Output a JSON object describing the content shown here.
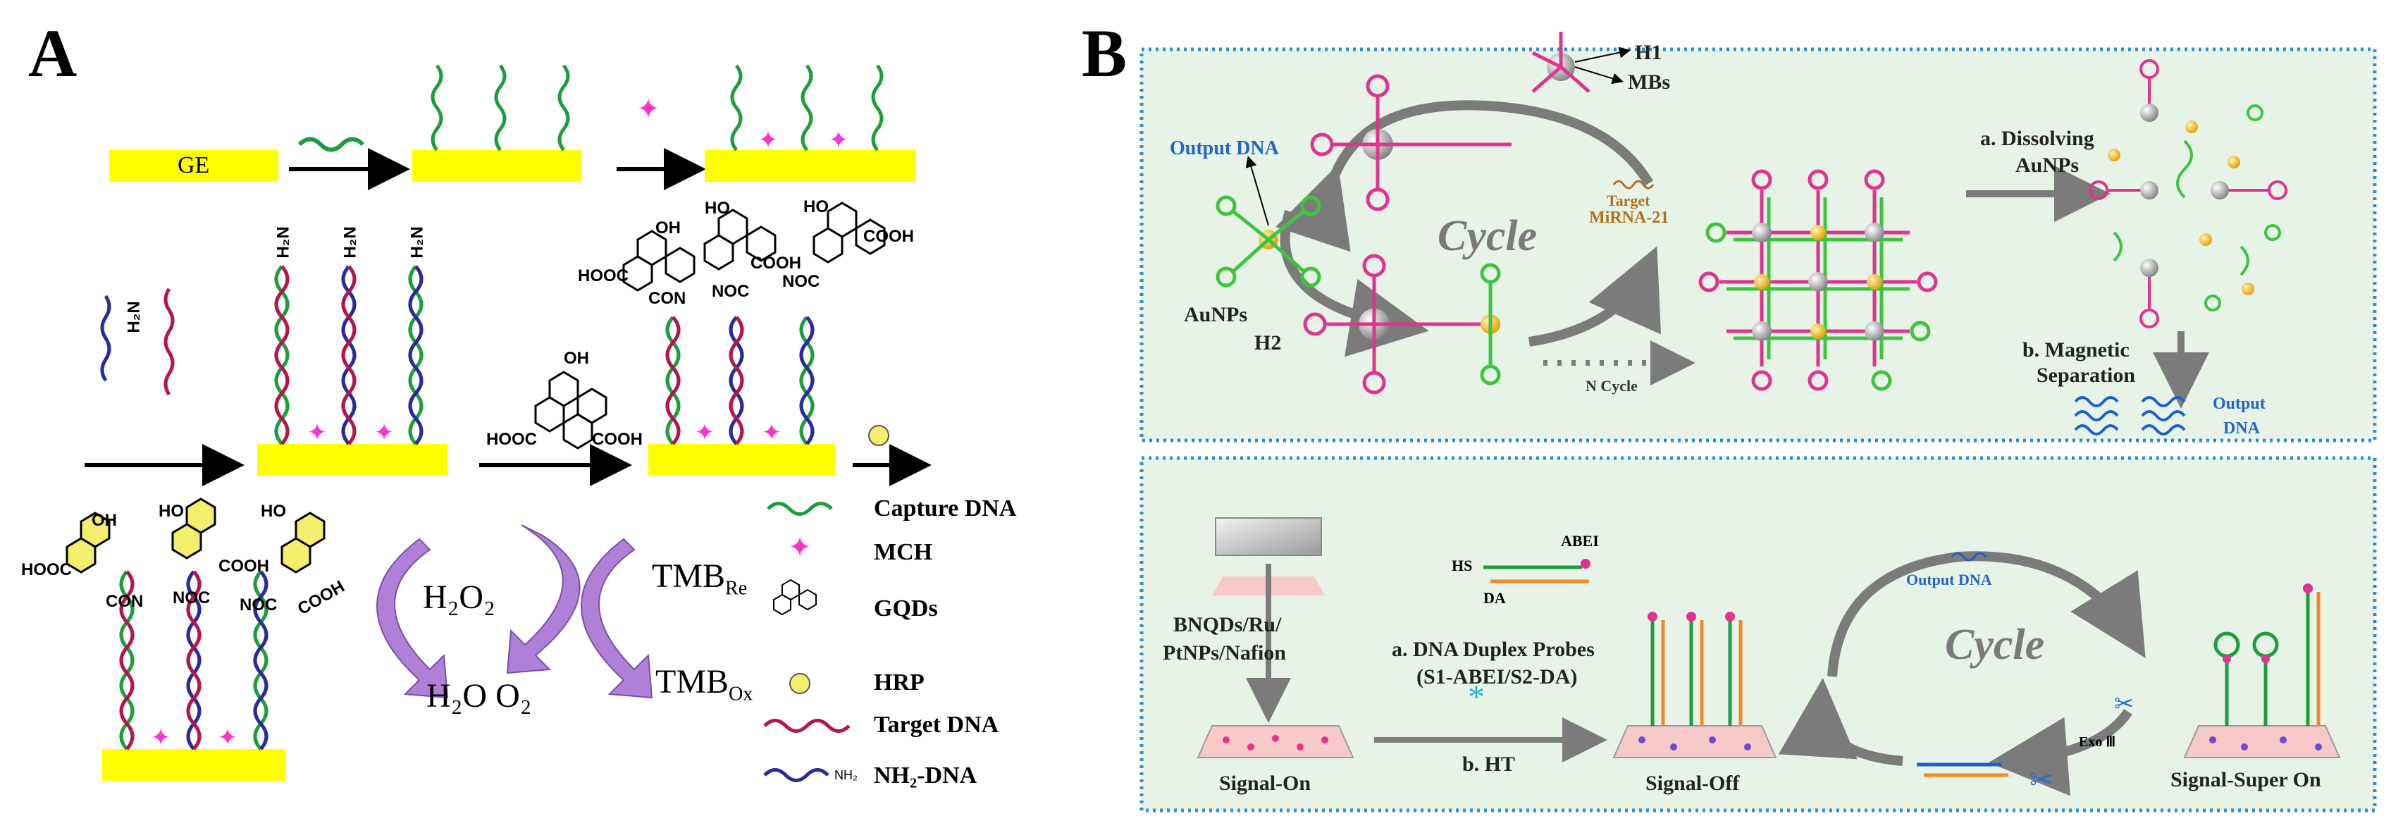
{
  "panel_a": {
    "letter": "A",
    "ge_label": "GE",
    "chem_hooc": "HOOC",
    "chem_cooh": "COOH",
    "chem_oh": "OH",
    "chem_ho": "HO",
    "chem_con": "CON",
    "chem_noc": "NOC",
    "chem_h2n": "H₂N",
    "h2o2": "H₂O₂",
    "h2o_o2": "H₂O O₂",
    "tmb_re": "TMB",
    "tmb_re_sub": "Re",
    "tmb_ox": "TMB",
    "tmb_ox_sub": "Ox",
    "legend": {
      "capture_dna": "Capture DNA",
      "mch": "MCH",
      "gqds": "GQDs",
      "hrp": "HRP",
      "target_dna": "Target DNA",
      "nh2_dna": "NH₂-DNA",
      "nh2_small": "NH₂"
    },
    "colors": {
      "electrode": "#ffff00",
      "capture": "#1e9e3a",
      "mch": "#ff33cc",
      "target": "#b4154a",
      "nh2": "#2a2a9c",
      "arrow_purple": "#b07fd8"
    }
  },
  "panel_b": {
    "letter": "B",
    "top": {
      "output_dna": "Output DNA",
      "h1": "H1",
      "mbs": "MBs",
      "cycle": "Cycle",
      "target_1": "Target",
      "target_2": "MiRNA-21",
      "aunps": "AuNPs",
      "h2": "H2",
      "n_cycle": "N Cycle",
      "step_a_1": "a. Dissolving",
      "step_a_2": "AuNPs",
      "step_b_1": "b. Magnetic",
      "step_b_2": "Separation",
      "output_1": "Output",
      "output_2": "DNA"
    },
    "bottom": {
      "bnqds_1": "BNQDs/Ru/",
      "bnqds_2": "PtNPs/Nafion",
      "hs": "HS",
      "abei": "ABEI",
      "da": "DA",
      "probes_1": "a. DNA Duplex Probes",
      "probes_2": "(S1-ABEI/S2-DA)",
      "ht": "b. HT",
      "signal_on": "Signal-On",
      "signal_off": "Signal-Off",
      "output_dna": "Output DNA",
      "cycle": "Cycle",
      "exo": "Exo Ⅲ",
      "signal_super_on": "Signal-Super On"
    },
    "colors": {
      "frame": "#2c8fc9",
      "hairpin_pink": "#e0338f",
      "hairpin_green": "#3ec43e",
      "gold": "#f2b21c",
      "blue_dna": "#1c5fd1"
    }
  }
}
